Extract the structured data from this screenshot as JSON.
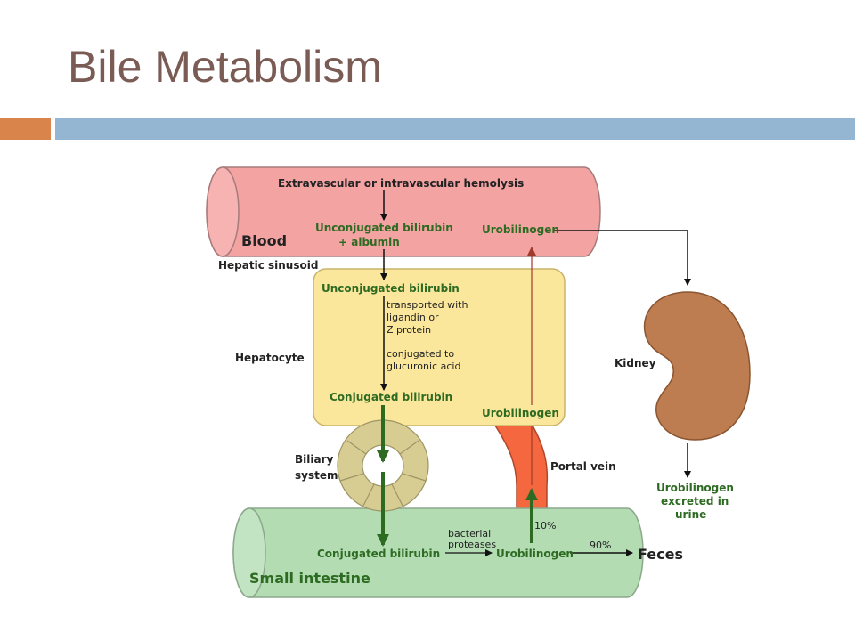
{
  "slide": {
    "title": "Bile Metabolism"
  },
  "diagram": {
    "hemolysis": "Extravascular or intravascular hemolysis",
    "blood": "Blood",
    "unconj_blood_1": "Unconjugated bilirubin",
    "unconj_blood_2": "+ albumin",
    "urobilinogen_blood": "Urobilinogen",
    "hepatic_sinusoid": "Hepatic sinusoid",
    "unconj_hepatocyte": "Unconjugated bilirubin",
    "transported_1": "transported with",
    "transported_2": "ligandin or",
    "transported_3": "Z protein",
    "conjugated_to_1": "conjugated to",
    "conjugated_to_2": "glucuronic acid",
    "hepatocyte": "Hepatocyte",
    "conj_hepatocyte": "Conjugated bilirubin",
    "urobilinogen_hepatocyte": "Urobilinogen",
    "biliary_1": "Biliary",
    "biliary_2": "system",
    "portal_vein": "Portal vein",
    "kidney": "Kidney",
    "urine_1": "Urobilinogen",
    "urine_2": "excreted in",
    "urine_3": "urine",
    "pct_10": "10%",
    "pct_90": "90%",
    "conj_intestine": "Conjugated bilirubin",
    "bacterial_1": "bacterial",
    "bacterial_2": "proteases",
    "urobilinogen_intestine": "Urobilinogen",
    "feces": "Feces",
    "small_intestine": "Small intestine"
  }
}
